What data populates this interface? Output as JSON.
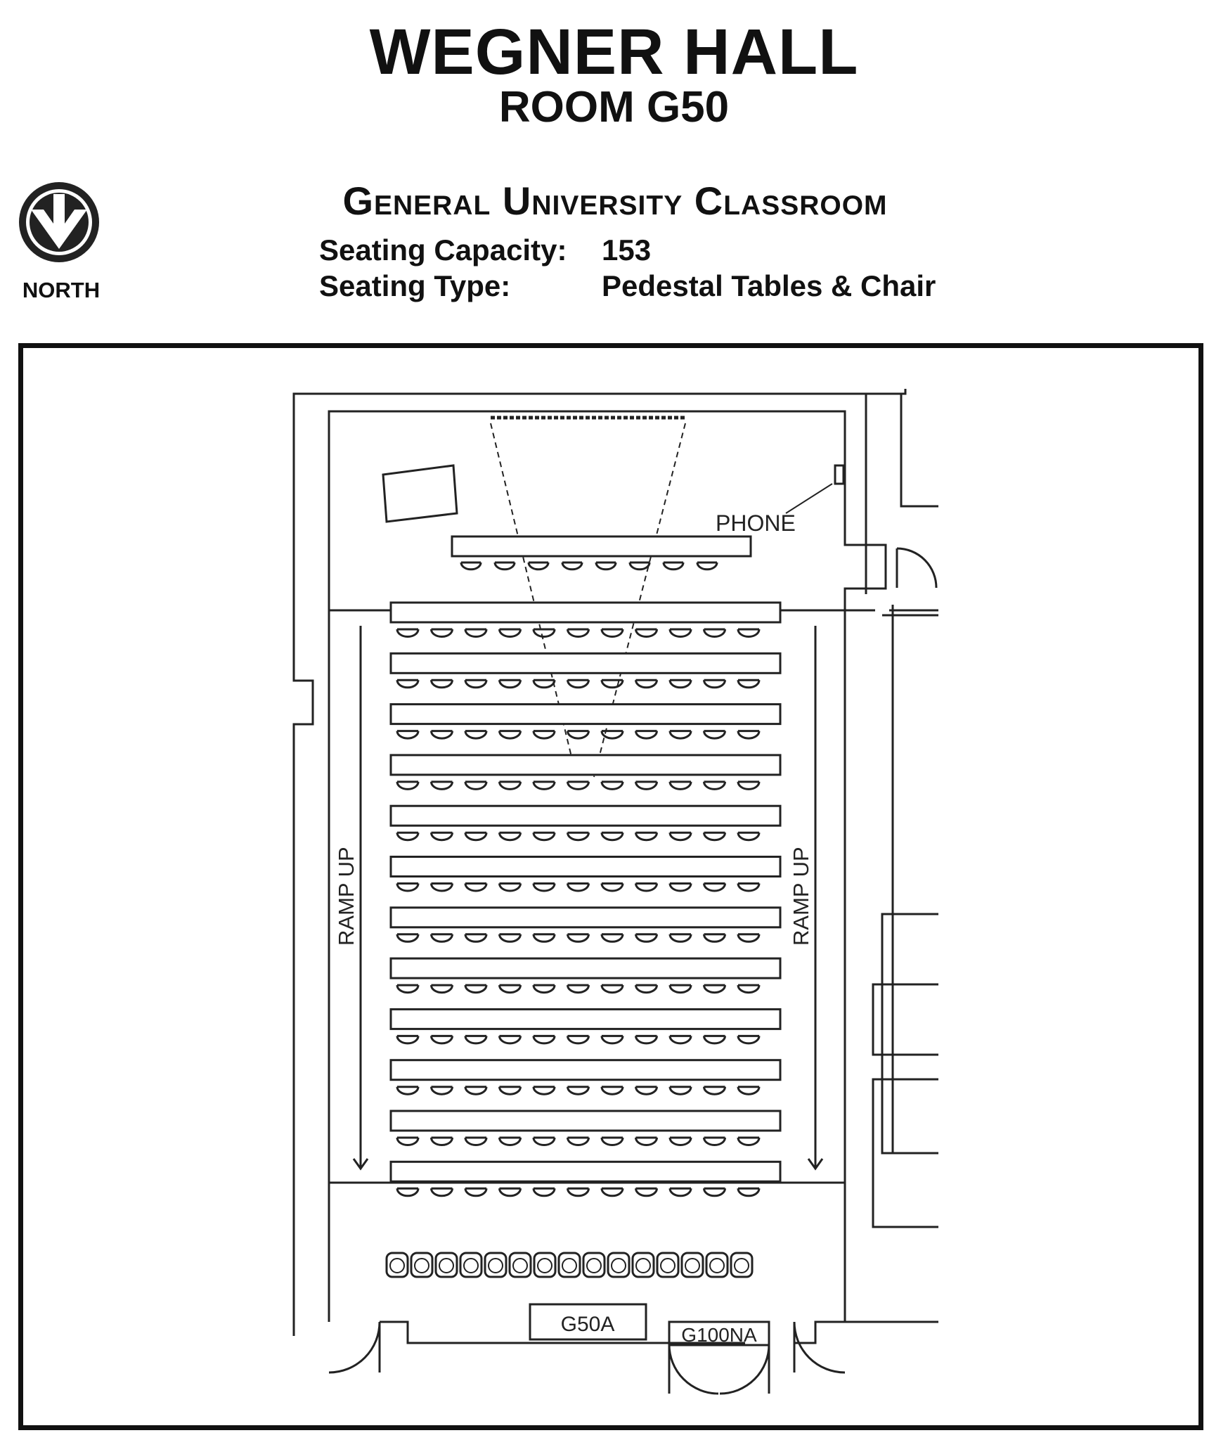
{
  "header": {
    "building": "WEGNER HALL",
    "room": "ROOM G50",
    "classroom_type": "General University Classroom",
    "capacity_label": "Seating Capacity:",
    "capacity_value": "153",
    "seating_type_label": "Seating Type:",
    "seating_type_value": "Pedestal Tables & Chair"
  },
  "compass": {
    "label": "NORTH",
    "icon": "north-arrow-icon"
  },
  "floorplan": {
    "phone_label": "PHONE",
    "ramp_left_label": "RAMP UP",
    "ramp_right_label": "RAMP UP",
    "annex_label": "G50A",
    "storage_label": "G100NA",
    "table_rows": 12,
    "seats_per_row": 11,
    "front_table_seats": 8
  }
}
